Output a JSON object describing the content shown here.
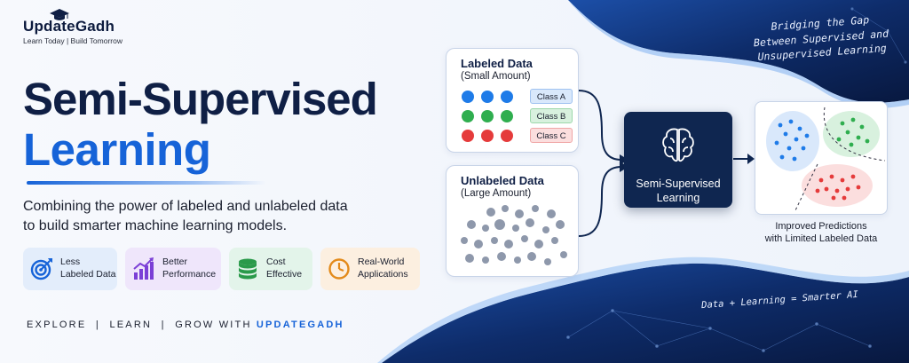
{
  "brand": {
    "name": "UpdateGadh",
    "tagline": "Learn Today | Build Tomorrow"
  },
  "hero": {
    "title_line1": "Semi-Supervised",
    "title_line2": "Learning",
    "subtitle_line1": "Combining the power of labeled and unlabeled data",
    "subtitle_line2": "to build smarter machine learning models."
  },
  "features": [
    {
      "label": "Less\nLabeled Data",
      "icon": "target-icon",
      "bg": "#e3edfb"
    },
    {
      "label": "Better\nPerformance",
      "icon": "bar-chart-icon",
      "bg": "#efe6fb"
    },
    {
      "label": "Cost\nEffective",
      "icon": "coin-stack-icon",
      "bg": "#e3f4ea"
    },
    {
      "label": "Real-World\nApplications",
      "icon": "clock-icon",
      "bg": "#fcefe0"
    }
  ],
  "footer": {
    "prefix": "EXPLORE  |  LEARN  |  GROW WITH ",
    "brand": "UPDATEGADH"
  },
  "diagram": {
    "labeled": {
      "title": "Labeled Data",
      "subtitle": "(Small Amount)",
      "classes": [
        {
          "label": "Class A",
          "color": "#1e7be8",
          "bg": "#d9e8fb"
        },
        {
          "label": "Class B",
          "color": "#2fae4f",
          "bg": "#d8f1de"
        },
        {
          "label": "Class C",
          "color": "#e53b3b",
          "bg": "#fbdede"
        }
      ]
    },
    "unlabeled": {
      "title": "Unlabeled Data",
      "subtitle": "(Large Amount)"
    },
    "core": {
      "line1": "Semi-Supervised",
      "line2": "Learning",
      "icon": "brain-icon"
    },
    "result": {
      "line1": "Improved Predictions",
      "line2": "with Limited Labeled Data"
    }
  },
  "tagline_top": [
    "Bridging the Gap",
    "Between Supervised and",
    "Unsupervised Learning"
  ],
  "tagline_bottom": "Data + Learning = Smarter AI",
  "colors": {
    "navy": "#0f1f45",
    "accent": "#1663d8",
    "dark_panel": "#0d2552"
  }
}
